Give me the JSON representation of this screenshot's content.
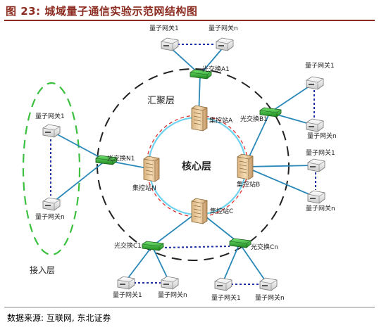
{
  "title": "图 23:  城域量子通信实验示范网结构图",
  "source": "数据来源: 互联网, 东北证券",
  "layers": {
    "core": "核心层",
    "aggregation": "汇聚层",
    "access": "接入层"
  },
  "control_stations": {
    "a": "集控站A",
    "b": "集控站B",
    "c": "集控站C",
    "n": "集控站N"
  },
  "optical_switches": {
    "a1": "光交换A1",
    "b1": "光交换B1",
    "c1": "光交换C1",
    "cn": "光交换Cn",
    "n1": "光交换N1"
  },
  "gateways": {
    "a1_1": "量子网关1",
    "a1_n": "量子网关n",
    "b1_1": "量子网关1",
    "b1_n": "量子网关n",
    "b_1": "量子网关1",
    "b_n": "量子网关n",
    "c1_1": "量子网关1",
    "c1_n": "量子网关n",
    "cn_1": "量子网关1",
    "cn_n": "量子网关n",
    "n1_1": "量子网关1",
    "n1_n": "量子网关n"
  },
  "colors": {
    "title": "#8c2b20",
    "link": "#2a88b8",
    "core_ring": "#6fd3f0",
    "core_ring_dashed": "#e03030",
    "switch": "#3cb43c",
    "access_ring": "#3cc040",
    "gateway_dotted": "#1f2fa8"
  }
}
